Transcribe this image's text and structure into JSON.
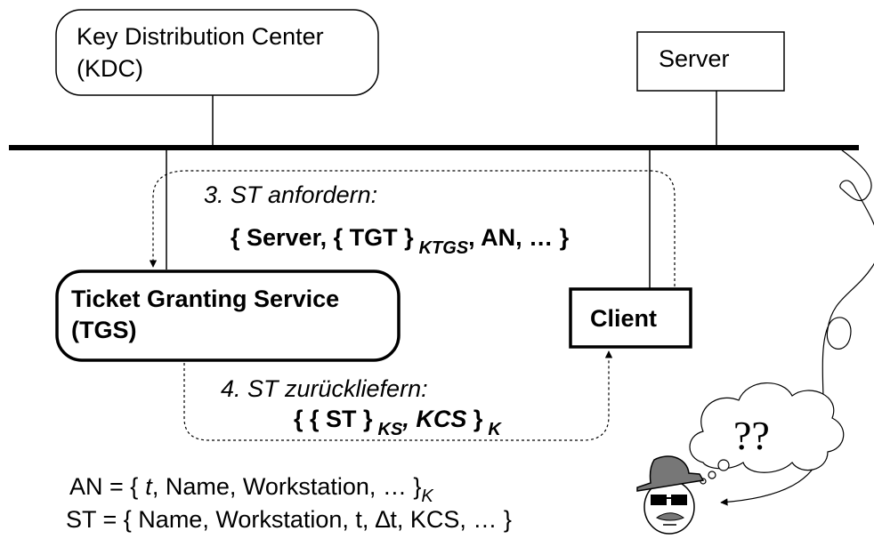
{
  "kdc": {
    "line1": "Key Distribution Center",
    "line2": "(KDC)"
  },
  "server": {
    "label": "Server"
  },
  "step3": {
    "title": "3. ST anfordern:",
    "msg_open": "{ Server, { TGT }",
    "msg_sub": "KTGS",
    "msg_close": ", AN, … }"
  },
  "tgs": {
    "line1": "Ticket Granting Service",
    "line2": "(TGS)"
  },
  "client": {
    "label": "Client"
  },
  "step4": {
    "title": "4. ST zurückliefern:",
    "msg_open": "{ { ST }",
    "msg_sub1": "KS",
    "msg_mid": ", KCS",
    "msg_close": " }",
    "msg_sub2": "K"
  },
  "defs": {
    "an_prefix": "AN = {",
    "an_t": "t",
    "an_rest": ", Name, Workstation, … }",
    "an_sub": "K",
    "st_text": "ST = { Name, Workstation, t, ∆t, KCS, … }"
  },
  "eavesdropper": {
    "thought": "??"
  }
}
